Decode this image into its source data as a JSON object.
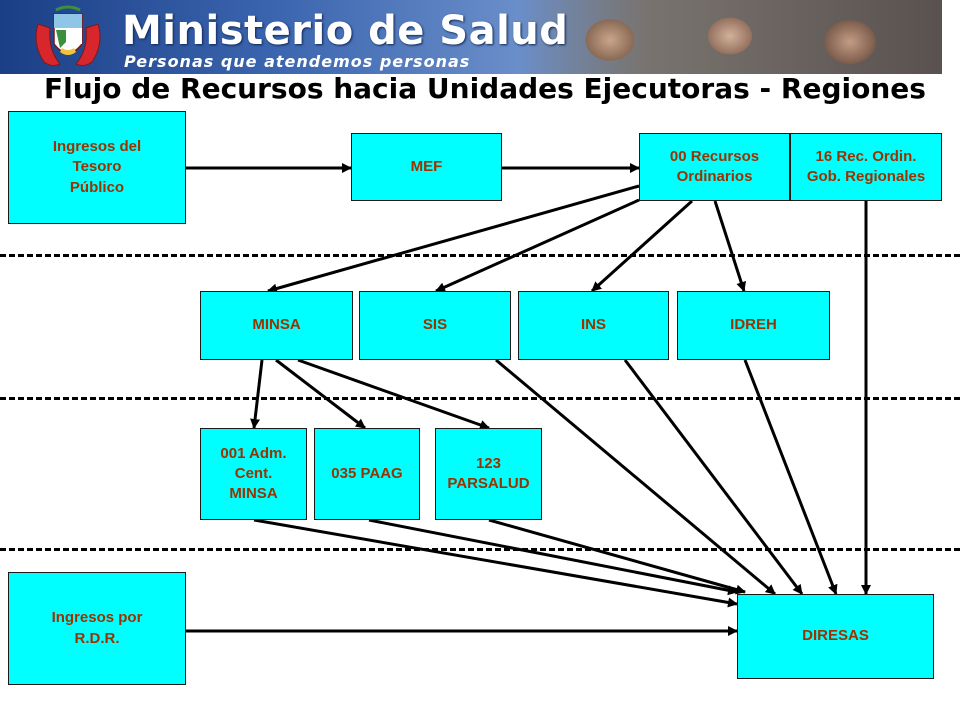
{
  "header": {
    "ministry": "Ministerio de Salud",
    "slogan": "Personas que atendemos personas",
    "crest_icon": "peru-coat-of-arms-icon"
  },
  "title": "Flujo de Recursos hacia Unidades Ejecutoras - Regiones",
  "colors": {
    "box_fill": "#00ffff",
    "box_text": "#993300",
    "banner_blue": "#2a5298",
    "arrow": "#000000"
  },
  "nodes": {
    "ingresos_tesoro": "Ingresos del\nTesoro\nPúblico",
    "mef": "MEF",
    "recursos_ordinarios": "00 Recursos\nOrdinarios",
    "rec_ordin_gob": "16 Rec. Ordin.\nGob. Regionales",
    "minsa": "MINSA",
    "sis": "SIS",
    "ins": "INS",
    "idreh": "IDREH",
    "adm_cent": "001 Adm.\n Cent.\nMINSA",
    "paag": "035 PAAG",
    "parsalud": "123\nPARSALUD",
    "ingresos_rdr": "Ingresos por\nR.D.R.",
    "diresas": "DIRESAS"
  },
  "edges": [
    [
      "ingresos_tesoro",
      "mef"
    ],
    [
      "mef",
      "recursos_ordinarios"
    ],
    [
      "recursos_ordinarios",
      "minsa"
    ],
    [
      "recursos_ordinarios",
      "sis"
    ],
    [
      "recursos_ordinarios",
      "ins"
    ],
    [
      "recursos_ordinarios",
      "idreh"
    ],
    [
      "rec_ordin_gob",
      "diresas"
    ],
    [
      "minsa",
      "adm_cent"
    ],
    [
      "minsa",
      "paag"
    ],
    [
      "minsa",
      "parsalud"
    ],
    [
      "sis",
      "diresas"
    ],
    [
      "ins",
      "diresas"
    ],
    [
      "idreh",
      "diresas"
    ],
    [
      "adm_cent",
      "diresas"
    ],
    [
      "paag",
      "diresas"
    ],
    [
      "parsalud",
      "diresas"
    ],
    [
      "ingresos_rdr",
      "diresas"
    ]
  ]
}
